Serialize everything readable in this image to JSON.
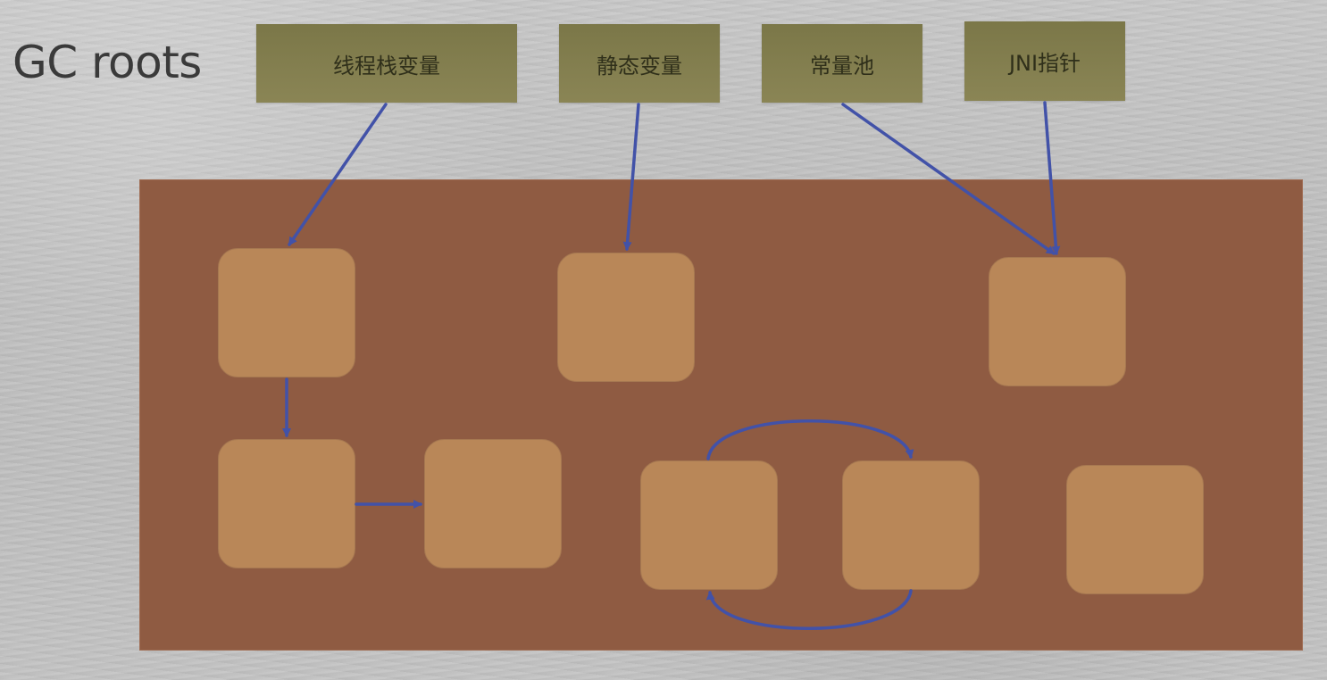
{
  "title": "GC roots",
  "roots": [
    {
      "label": "线程栈变量"
    },
    {
      "label": "静态变量"
    },
    {
      "label": "常量池"
    },
    {
      "label": "JNI指针"
    }
  ],
  "colors": {
    "root_box": "#857f50",
    "heap": "#8f5b42",
    "object": "#b98758",
    "arrow": "#4252a8"
  }
}
